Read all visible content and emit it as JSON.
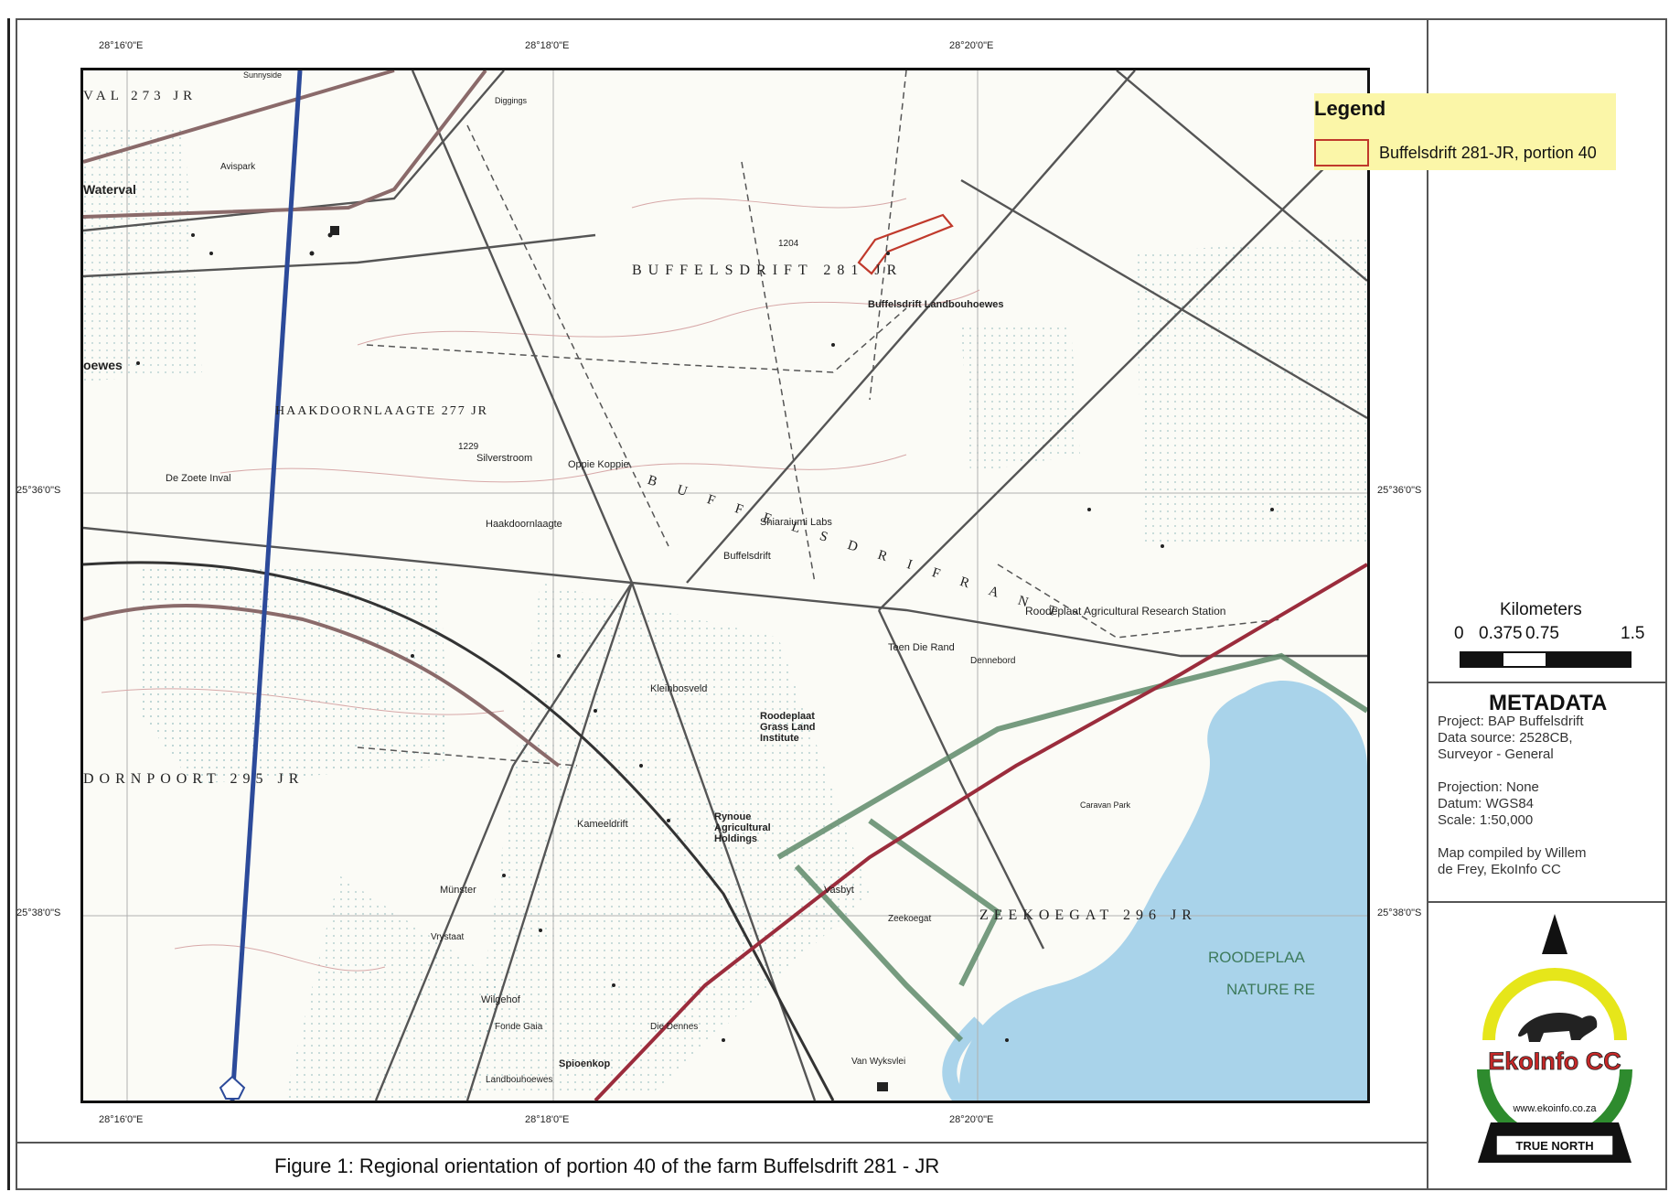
{
  "figure_caption": "Figure 1: Regional orientation of portion 40 of the farm Buffelsdrift 281 - JR",
  "grid_labels": {
    "top": [
      "28°16'0\"E",
      "28°18'0\"E",
      "28°20'0\"E"
    ],
    "bottom": [
      "28°16'0\"E",
      "28°18'0\"E",
      "28°20'0\"E"
    ],
    "left": [
      "25°36'0\"S",
      "25°38'0\"S"
    ],
    "right": [
      "25°36'0\"S",
      "25°38'0\"S"
    ]
  },
  "legend": {
    "title": "Legend",
    "item_label": "Buffelsdrift 281-JR, portion 40",
    "swatch_fill": "#fbf6a8",
    "swatch_stroke": "#c0392b"
  },
  "scale": {
    "title": "Kilometers",
    "ticks": [
      "0",
      "0.375",
      "0.75",
      "1.5"
    ]
  },
  "metadata": {
    "title": "METADATA",
    "lines": [
      "Project: BAP Buffelsdrift",
      "Data source: 2528CB,",
      "Surveyor - General",
      "",
      "Projection: None",
      "Datum: WGS84",
      "Scale: 1:50,000",
      "",
      "Map compiled by Willem",
      "de Frey, EkoInfo CC"
    ]
  },
  "logo": {
    "brand": "EkoInfo CC",
    "url": "www.ekoinfo.co.za",
    "north_label": "TRUE NORTH"
  },
  "map_labels": {
    "farm_buffelsdrift": "BUFFELSDRIFT 281 JR",
    "farm_haakdoornlaagte": "HAAKDOORNLAAGTE 277 JR",
    "farm_doornpoort": "DORNPOORT 295 JR",
    "farm_waterval": "VAL 273 JR",
    "farm_zeekoegat": "ZEEKOEGAT 296 JR",
    "buffelsdrift_rand": "B U F F E L S D R I F R A N T",
    "roodeplaat_station": "Roodeplaat Agricultural Research Station",
    "roodeplaat_nature": "ROODEPLAA",
    "nature_reserve": "NATURE RE",
    "waterval": "Waterval",
    "oewes": "oewes",
    "de_zoete_inval": "De Zoete Inval",
    "silverstroom": "Silverstroom",
    "oppie_koppie": "Oppie Koppie",
    "haakdoornlaagte_place": "Haakdoornlaagte",
    "shiaraiumi": "Shiaraiumi Labs",
    "buffelsdrift_place": "Buffelsdrift",
    "buffelsdrift_landbou": "Buffelsdrift Landbouhoewes",
    "kleinbosveld": "Kleinbosveld",
    "roodeplaat_grass": "Roodeplaat Grass Land Institute",
    "rynoue": "Rynoue Agricultural Holdings",
    "kameeldrift": "Kameeldrift",
    "vasbyt": "Vasbyt",
    "zeekoegat_place": "Zeekoegat",
    "teen_die_rand": "Teen Die Rand",
    "dennebord": "Dennebord",
    "cravan_park": "Caravan Park",
    "munster": "Münster",
    "vrystaat": "Vrystaat",
    "wilgehof": "Wilgehof",
    "fonde_gaia": "Fonde Gaia",
    "die_dennes": "Die Dennes",
    "spioenkop": "Spioenkop",
    "landbouhoewes": "Landbouhoewes",
    "van_wyksvlei": "Van Wyksvlei",
    "diggings": "Diggings",
    "sunnyside": "Sunnyside",
    "avispark": "Avispark",
    "elev_1204": "1204",
    "elev_1229": "1229"
  },
  "colors": {
    "powerline": "#2c4a9a",
    "main_road": "#9b2c3c",
    "railway": "#8a6a6a",
    "reserve_boundary": "#5e8a6a",
    "water": "#a9d3ea",
    "portion_outline": "#c0392b"
  }
}
